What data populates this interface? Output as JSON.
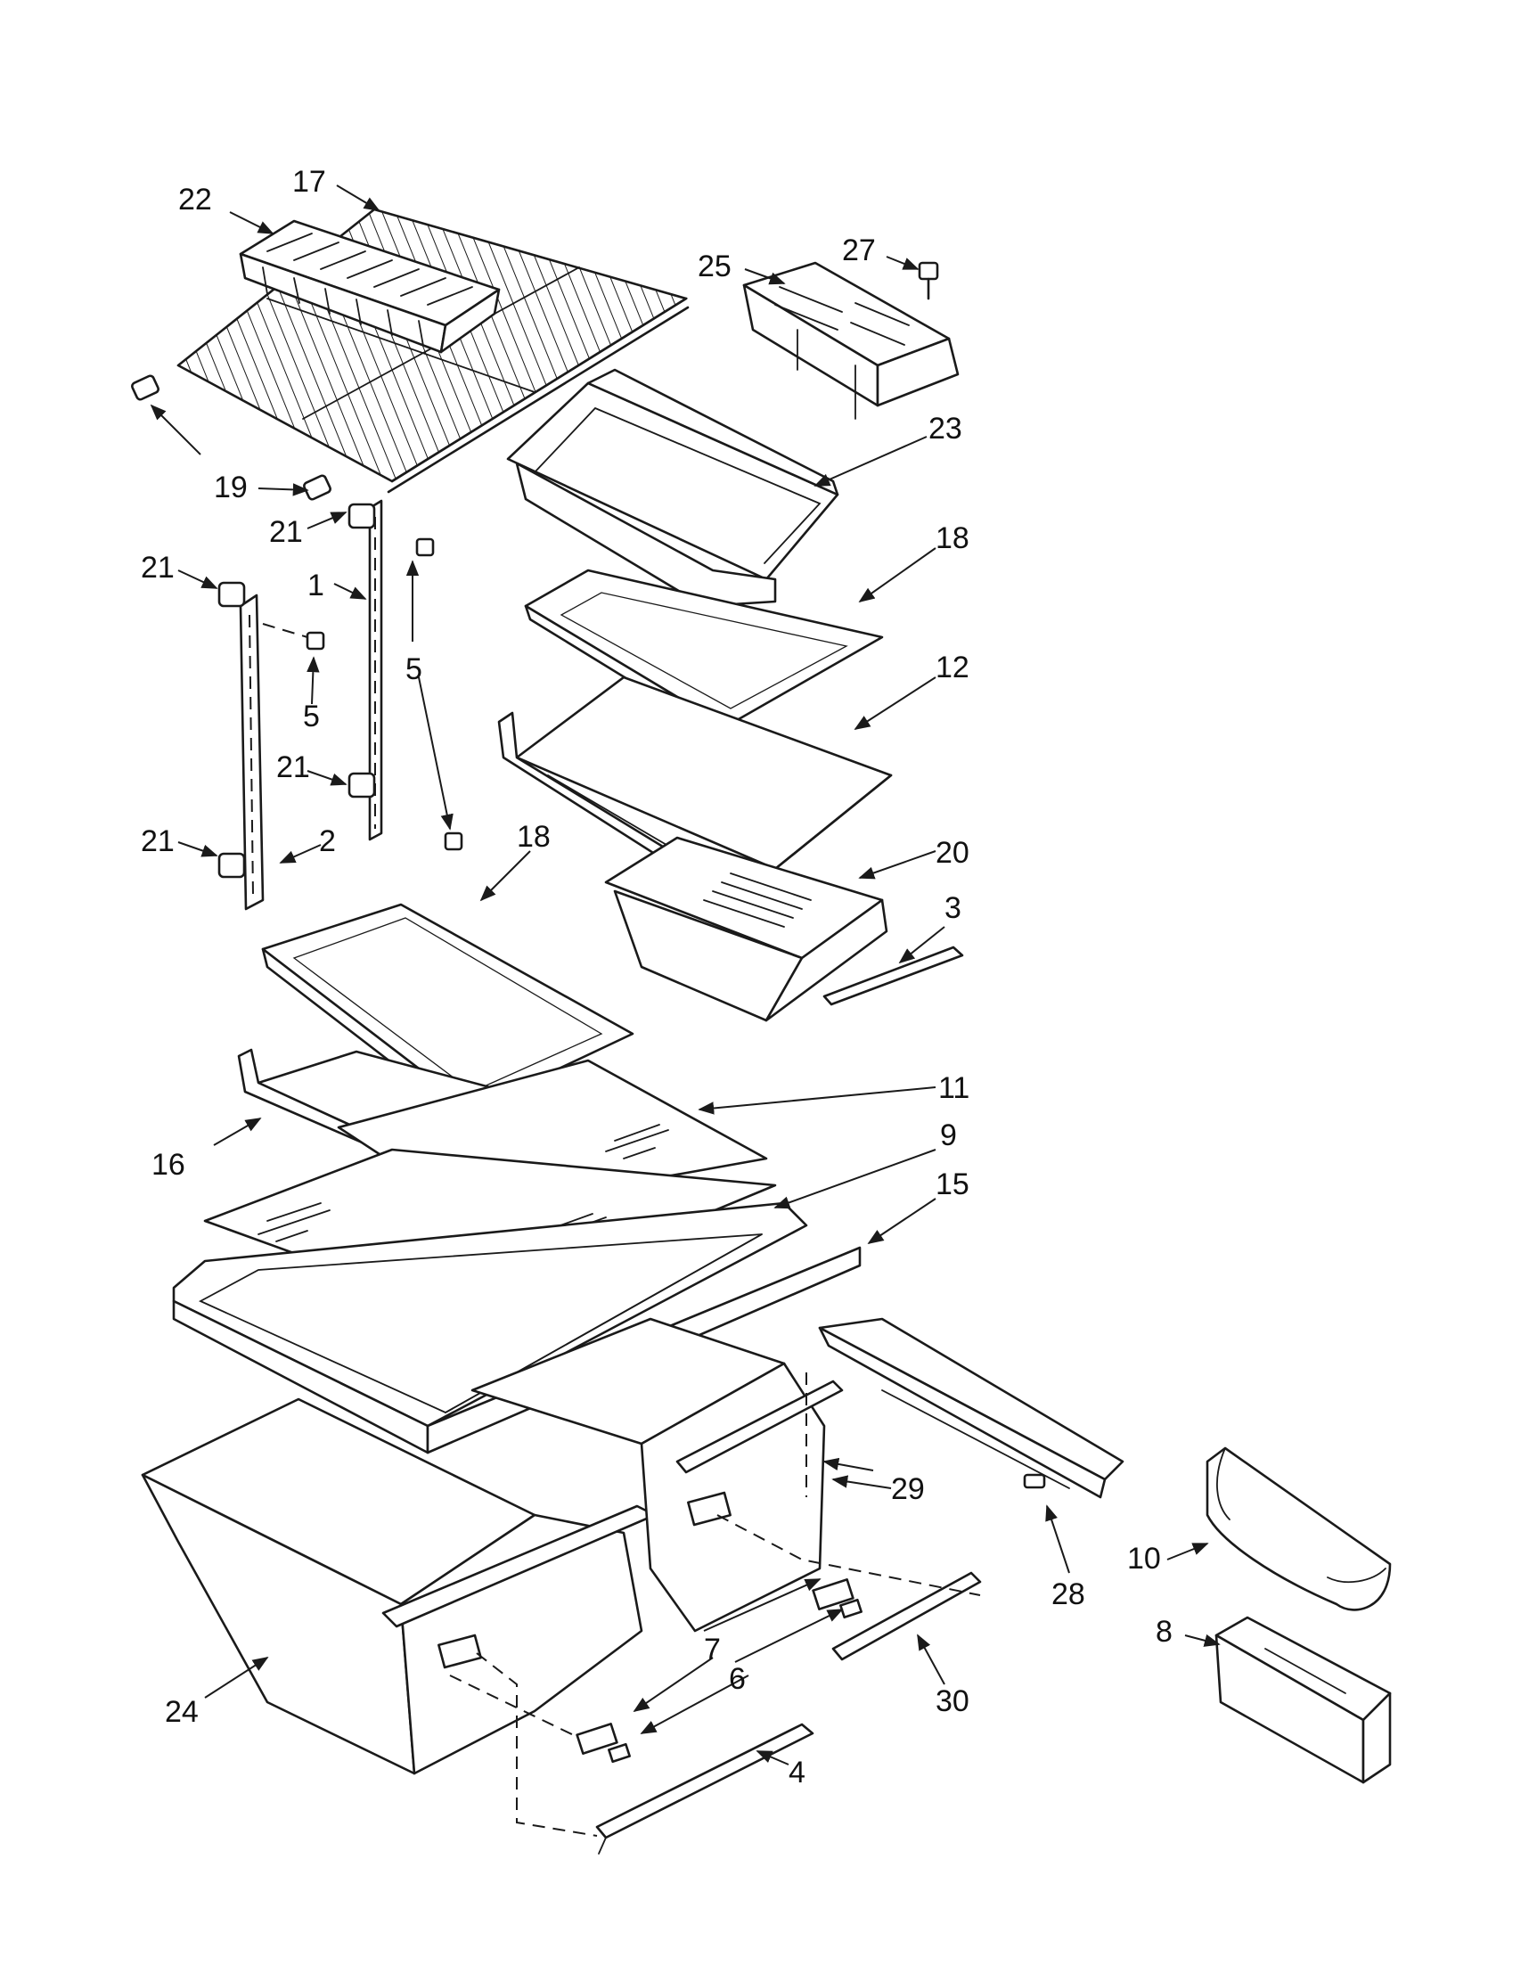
{
  "callouts": {
    "c1": "1",
    "c2": "2",
    "c3": "3",
    "c4": "4",
    "c5a": "5",
    "c5b": "5",
    "c6": "6",
    "c7": "7",
    "c8": "8",
    "c9": "9",
    "c10": "10",
    "c11": "11",
    "c12": "12",
    "c15": "15",
    "c16": "16",
    "c17": "17",
    "c18a": "18",
    "c18b": "18",
    "c19": "19",
    "c20": "20",
    "c21a": "21",
    "c21b": "21",
    "c21c": "21",
    "c21d": "21",
    "c22": "22",
    "c23": "23",
    "c24": "24",
    "c25": "25",
    "c27": "27",
    "c28": "28",
    "c29": "29",
    "c30": "30"
  }
}
